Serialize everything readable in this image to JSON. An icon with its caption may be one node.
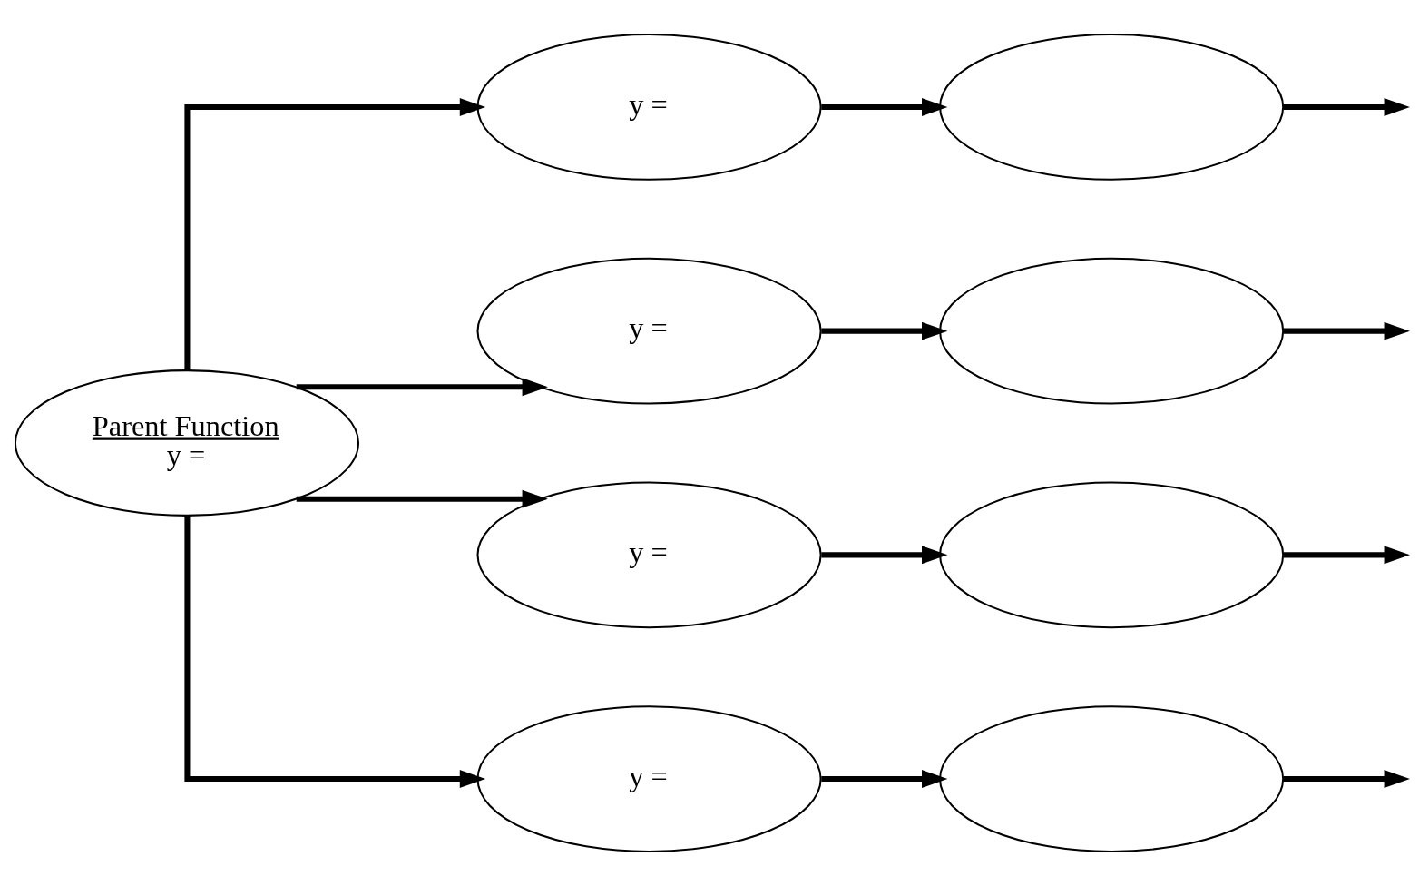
{
  "diagram": {
    "nodes": [
      {
        "text": [
          "Parent Function",
          "y ="
        ]
      },
      {
        "text": [
          "y ="
        ]
      },
      {
        "text": [
          "y ="
        ]
      },
      {
        "text": [
          "y ="
        ]
      },
      {
        "text": [
          "y ="
        ]
      },
      {
        "text": [],
        "shape": "ellipse"
      },
      {
        "text": [],
        "shape": "ellipse"
      },
      {
        "text": [],
        "shape": "ellipse"
      },
      {
        "text": [],
        "shape": "ellipse"
      }
    ],
    "edges": [
      {
        "from": 0,
        "to": 1,
        "arrow": "to"
      },
      {
        "from": 0,
        "to": 2,
        "arrow": "to"
      },
      {
        "from": 0,
        "to": 3,
        "arrow": "to"
      },
      {
        "from": 0,
        "to": 4,
        "arrow": "to"
      },
      {
        "from": 1,
        "to": 5,
        "arrow": "to"
      },
      {
        "from": 2,
        "to": 6,
        "arrow": "to"
      },
      {
        "from": 3,
        "to": 7,
        "arrow": "to"
      },
      {
        "from": 4,
        "to": 8,
        "arrow": "to"
      },
      {
        "from": 5,
        "to": null,
        "arrow": "to"
      },
      {
        "from": 6,
        "to": null,
        "arrow": "to"
      },
      {
        "from": 7,
        "to": null,
        "arrow": "to"
      },
      {
        "from": 8,
        "to": null,
        "arrow": "to"
      }
    ]
  }
}
